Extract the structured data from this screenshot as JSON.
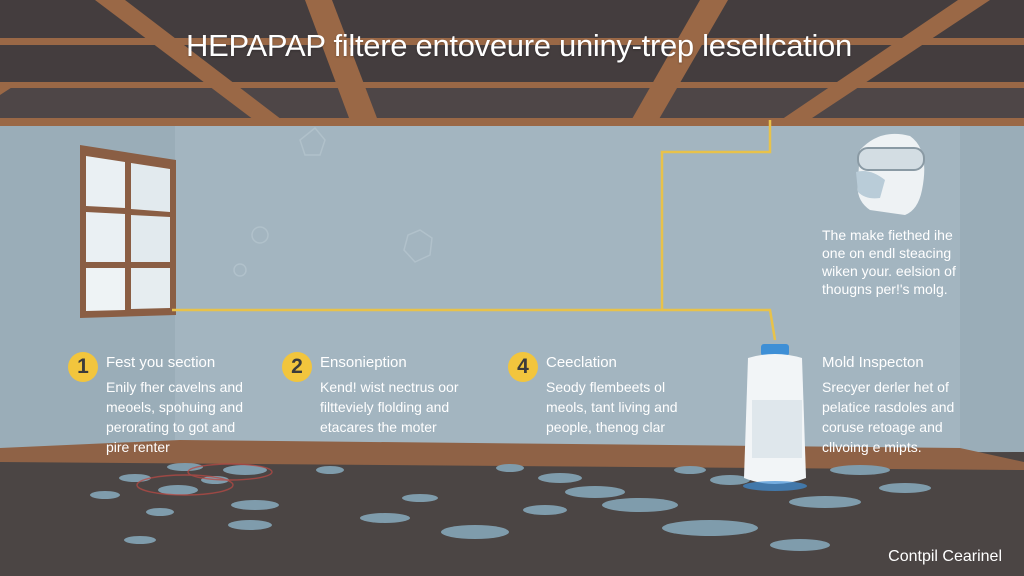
{
  "title": "HEPAPAP filtere entoveure uniny-trep lesellcation",
  "mask_note": "The make fiethed ihe\none on endl steacing\nwiken your. eelsion of\nthougns per!'s molg.",
  "steps": [
    {
      "number": "1",
      "title": "Fest you section",
      "body": "Enily fher cavelns and\nmeoels, spohuing and\nperorating to got and\npire renter"
    },
    {
      "number": "2",
      "title": "Ensonieption",
      "body": "Kend! wist nectrus oor\nfiltteviely flolding and\netacares the moter"
    },
    {
      "number": "4",
      "title": "Ceeclation",
      "body": "Seody flembeets ol\nmeols, tant living and\npeople, thenog clar"
    },
    {
      "number": "",
      "title": "Mold Inspecton",
      "body": "Srecyer derler het of\npelatice rasdoles and\ncoruse retoage and\ncllvoing e mipts."
    }
  ],
  "footer": "Contpil Cearinel",
  "colors": {
    "wall": "#a4b6c1",
    "ceiling": "#4e4647",
    "beam": "#9d6a48",
    "floor": "#4a4443",
    "accent": "#f2c53d",
    "puddle": "#7f9cac"
  }
}
